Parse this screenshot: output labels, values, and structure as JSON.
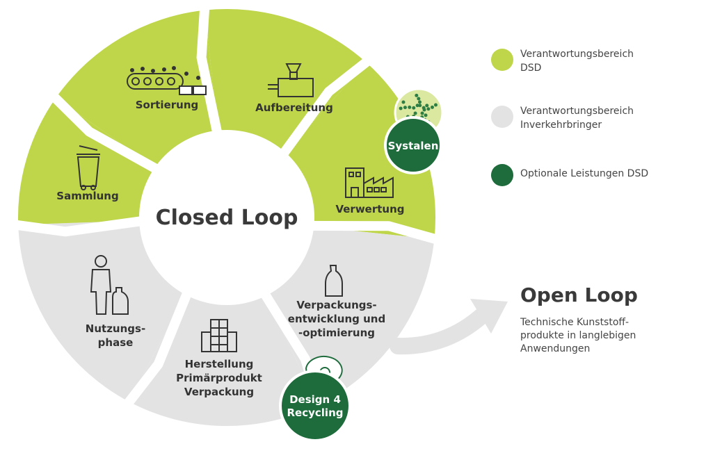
{
  "colors": {
    "dsd": "#bfd54a",
    "inverkehrbringer": "#e3e3e3",
    "optional": "#1e6b3c",
    "text": "#333333",
    "arrow": "#e3e3e3"
  },
  "center": {
    "title": "Closed Loop"
  },
  "segments": [
    {
      "label": "Sortierung",
      "group": "dsd",
      "icon": "conveyor-belt-icon"
    },
    {
      "label": "Aufbereitung",
      "group": "dsd",
      "icon": "extruder-machine-icon"
    },
    {
      "label": "Verwertung",
      "group": "dsd",
      "icon": "factory-icon"
    },
    {
      "label": "Verpackungs-\nentwicklung und\n-optimierung",
      "group": "inverkehrbringer",
      "icon": "bottle-icon"
    },
    {
      "label": "Herstellung\nPrimärprodukt\nVerpackung",
      "group": "inverkehrbringer",
      "icon": "building-icon"
    },
    {
      "label": "Nutzungs-\nphase",
      "group": "inverkehrbringer",
      "icon": "person-with-bottle-icon"
    },
    {
      "label": "Sammlung",
      "group": "dsd",
      "icon": "waste-bin-icon"
    }
  ],
  "badges": {
    "systalen": {
      "label": "Systalen",
      "icon": "granulate-icon"
    },
    "design4recycling": {
      "label": "Design 4\nRecycling",
      "icon": "lightbulb-icon"
    }
  },
  "legend": [
    {
      "label": "Verantwortungsbereich\nDSD",
      "color": "#bfd54a"
    },
    {
      "label": "Verantwortungsbereich\nInverkehrbringer",
      "color": "#e3e3e3"
    },
    {
      "label": "Optionale Leistungen DSD",
      "color": "#1e6b3c"
    }
  ],
  "open_loop": {
    "title": "Open Loop",
    "text": "Technische Kunststoff-\nprodukte in langlebigen\nAnwendungen"
  }
}
